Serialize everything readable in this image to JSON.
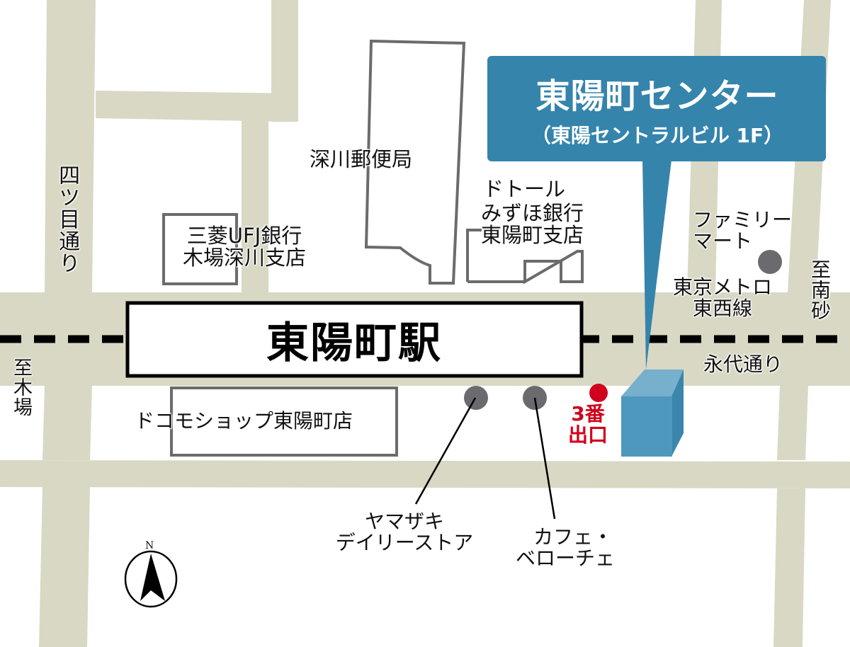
{
  "colors": {
    "road": "#d9d8c5",
    "background": "#ffffff",
    "building_outline": "#6b6b6b",
    "callout": "#3584ac",
    "target_building": "#4f98bd",
    "target_building_top": "#76b0cd",
    "target_building_side": "#3a86ad",
    "exit_marker": "#d0021b",
    "poi_marker": "#6b6a6e",
    "railway": "#000000"
  },
  "callout": {
    "title": "東陽町センター",
    "subtitle": "（東陽セントラルビル 1F）"
  },
  "station": {
    "name": "東陽町駅"
  },
  "roads": {
    "yotsume": "四ツ目通り",
    "eitai": "永代通り"
  },
  "directions": {
    "to_kiba": "至木場",
    "to_minamisuna": "至南砂"
  },
  "railway": {
    "line_name_1": "東京メトロ",
    "line_name_2": "東西線"
  },
  "landmarks": {
    "post_office": "深川郵便局",
    "mufg_1": "三菱UFJ銀行",
    "mufg_2": "木場深川支店",
    "doutor": "ドトール",
    "mizuho_1": "みずほ銀行",
    "mizuho_2": "東陽町支店",
    "familymart_1": "ファミリー",
    "familymart_2": "マート",
    "docomo": "ドコモショップ東陽町店",
    "yamazaki_1": "ヤマザキ",
    "yamazaki_2": "デイリーストア",
    "cafe_1": "カフェ・",
    "cafe_2": "ベローチェ"
  },
  "exit": {
    "line_1": "3番",
    "line_2": "出口"
  },
  "compass": {
    "north_label": "N"
  }
}
